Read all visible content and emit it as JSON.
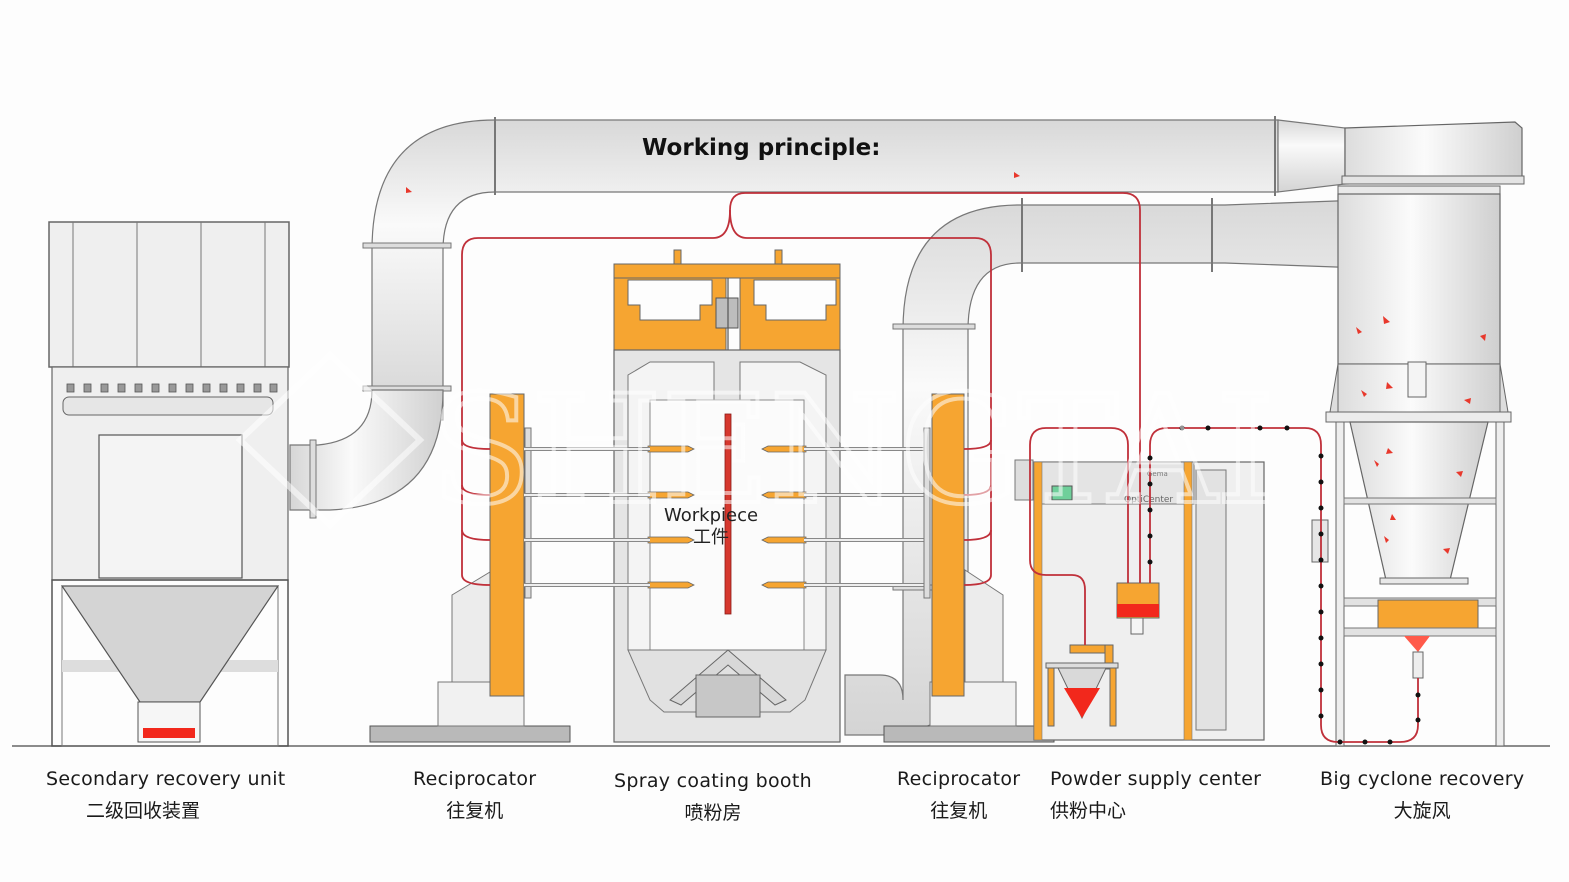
{
  "title": "Working principle:",
  "watermark": "SHENGTAI",
  "workpiece": {
    "en": "Workpiece",
    "zh": "工件"
  },
  "components": [
    {
      "id": "secondary",
      "en": "Secondary recovery unit",
      "zh": "二级回收装置"
    },
    {
      "id": "recip-left",
      "en": "Reciprocator",
      "zh": "往复机"
    },
    {
      "id": "booth",
      "en": "Spray coating booth",
      "zh": "喷粉房"
    },
    {
      "id": "recip-right",
      "en": "Reciprocator",
      "zh": "往复机"
    },
    {
      "id": "powder-center",
      "en": "Powder supply center",
      "zh": "供粉中心"
    },
    {
      "id": "cyclone",
      "en": "Big cyclone recovery",
      "zh": "大旋风"
    }
  ],
  "powder_center_panel": {
    "brand": "OptiCenter",
    "sub": "Gema"
  },
  "colors": {
    "accent_orange": "#f6a531",
    "powder_red": "#f2281c",
    "hose_red": "#c0303a",
    "duct_gray": "#e8e8e8",
    "outline": "#555555",
    "screen_green": "#6fcf9a"
  }
}
